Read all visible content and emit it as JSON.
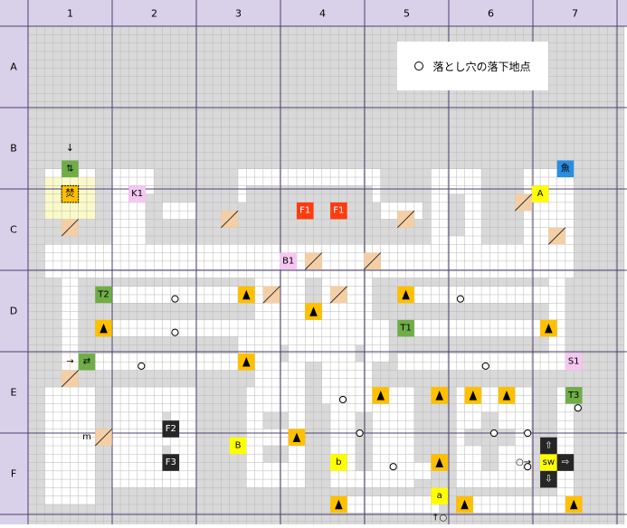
{
  "map": {
    "columns": [
      "1",
      "2",
      "3",
      "4",
      "5",
      "6",
      "7"
    ],
    "rows": [
      "A",
      "B",
      "C",
      "D",
      "E",
      "F"
    ],
    "legend": {
      "symbol": "○",
      "text": "落とし穴の落下地点"
    },
    "colors": {
      "header": "#d9d0e9",
      "header_line": "#4f3f74",
      "grid_bg": "#d9d9d9",
      "fine_grid": "#b9b9b9",
      "floor": "#ffffff",
      "warp": "#fafac8",
      "stairs_a": "#f4cfa6",
      "mark_orange": "#ffc000",
      "mark_green": "#70ad47",
      "mark_pink": "#f6c6f2",
      "mark_red": "#ff3c0f",
      "mark_yellow": "#ffff00",
      "mark_blue": "#2a8de0",
      "mark_black": "#262626"
    },
    "labels": {
      "K1": "K1",
      "B1": "B1",
      "F1": "F1",
      "T1": "T1",
      "T2": "T2",
      "T3": "T3",
      "S1": "S1",
      "F2": "F2",
      "F3": "F3",
      "A": "A",
      "B": "B",
      "a": "a",
      "b": "b",
      "sw": "sw",
      "m": "m",
      "fish": "魚",
      "burn": "焚",
      "arrow_down": "↓",
      "arrow_updown": "⇅",
      "arrow_right": "→",
      "arrow_swap": "⇄",
      "arrow_up_circle": "↑○",
      "circle_arrow": "○→",
      "up_arrow_white": "⇧",
      "down_arrow_white": "⇩",
      "right_arrow_white": "⇨"
    }
  }
}
